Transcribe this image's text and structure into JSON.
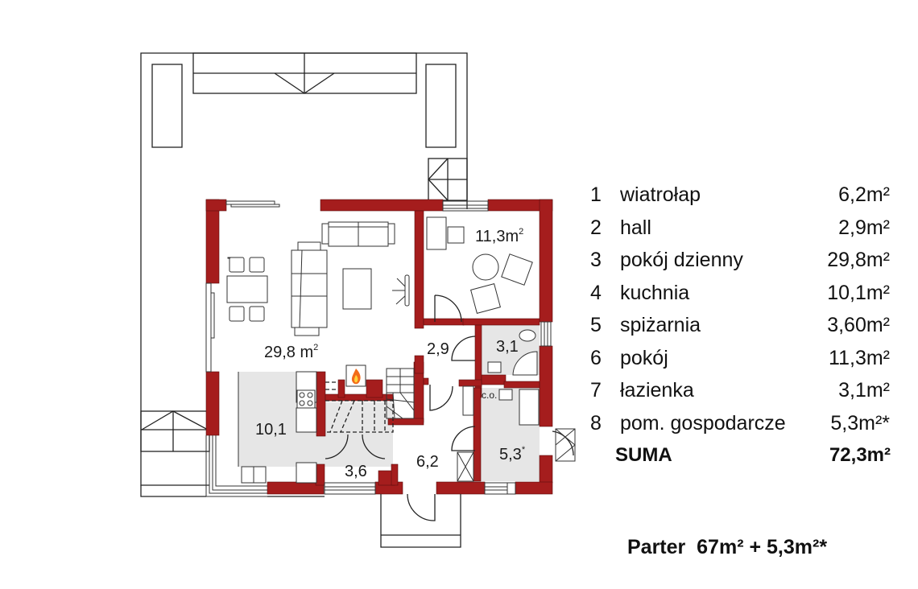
{
  "plan": {
    "title": "Parter floor plan",
    "colors": {
      "wall": "#a51d1d",
      "floor_utility": "#e6e6e6",
      "background": "#ffffff"
    },
    "room_labels": {
      "living": "29,8 m",
      "living_sup": "2",
      "bedroom": "11,3m",
      "bedroom_sup": "2",
      "hall": "2,9",
      "bathroom": "3,1",
      "kitchen": "10,1",
      "pantry": "3,6",
      "vestibule": "6,2",
      "utility": "5,3",
      "utility_sup": "*",
      "boiler": "c.o."
    }
  },
  "legend": {
    "rows": [
      {
        "num": "1",
        "name": "wiatrołap",
        "area": "6,2m²"
      },
      {
        "num": "2",
        "name": "hall",
        "area": "2,9m²"
      },
      {
        "num": "3",
        "name": "pokój dzienny",
        "area": "29,8m²"
      },
      {
        "num": "4",
        "name": "kuchnia",
        "area": "10,1m²"
      },
      {
        "num": "5",
        "name": "spiżarnia",
        "area": "3,60m²"
      },
      {
        "num": "6",
        "name": "pokój",
        "area": "11,3m²"
      },
      {
        "num": "7",
        "name": "łazienka",
        "area": "3,1m²"
      },
      {
        "num": "8",
        "name": "pom. gospodarcze",
        "area": "5,3m²*"
      }
    ],
    "sum_label": "SUMA",
    "sum_area": "72,3m²"
  },
  "footer": {
    "summary": "Parter  67m² + 5,3m²*"
  }
}
